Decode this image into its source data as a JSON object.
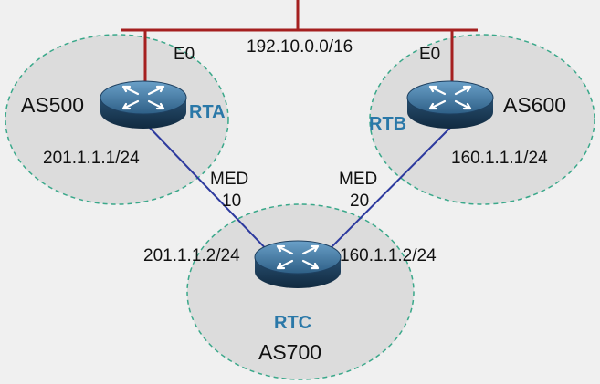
{
  "network": "192.10.0.0/16",
  "routers": {
    "rta": {
      "name": "RTA",
      "as": "AS500",
      "if": "E0",
      "ip": "201.1.1.1/24"
    },
    "rtb": {
      "name": "RTB",
      "as": "AS600",
      "if": "E0",
      "ip": "160.1.1.1/24"
    },
    "rtc": {
      "name": "RTC",
      "as": "AS700",
      "ip_left": "201.1.1.2/24",
      "ip_right": "160.1.1.2/24"
    }
  },
  "links": {
    "left": {
      "med_label": "MED",
      "med_value": "10"
    },
    "right": {
      "med_label": "MED",
      "med_value": "20"
    }
  },
  "colors": {
    "background": "#f0f0f0",
    "bus": "#a52020",
    "link": "#2d3a9e",
    "as_cloud_fill": "#dcdcdc",
    "as_cloud_border": "#3aa88a",
    "router_label": "#2a78a8"
  }
}
